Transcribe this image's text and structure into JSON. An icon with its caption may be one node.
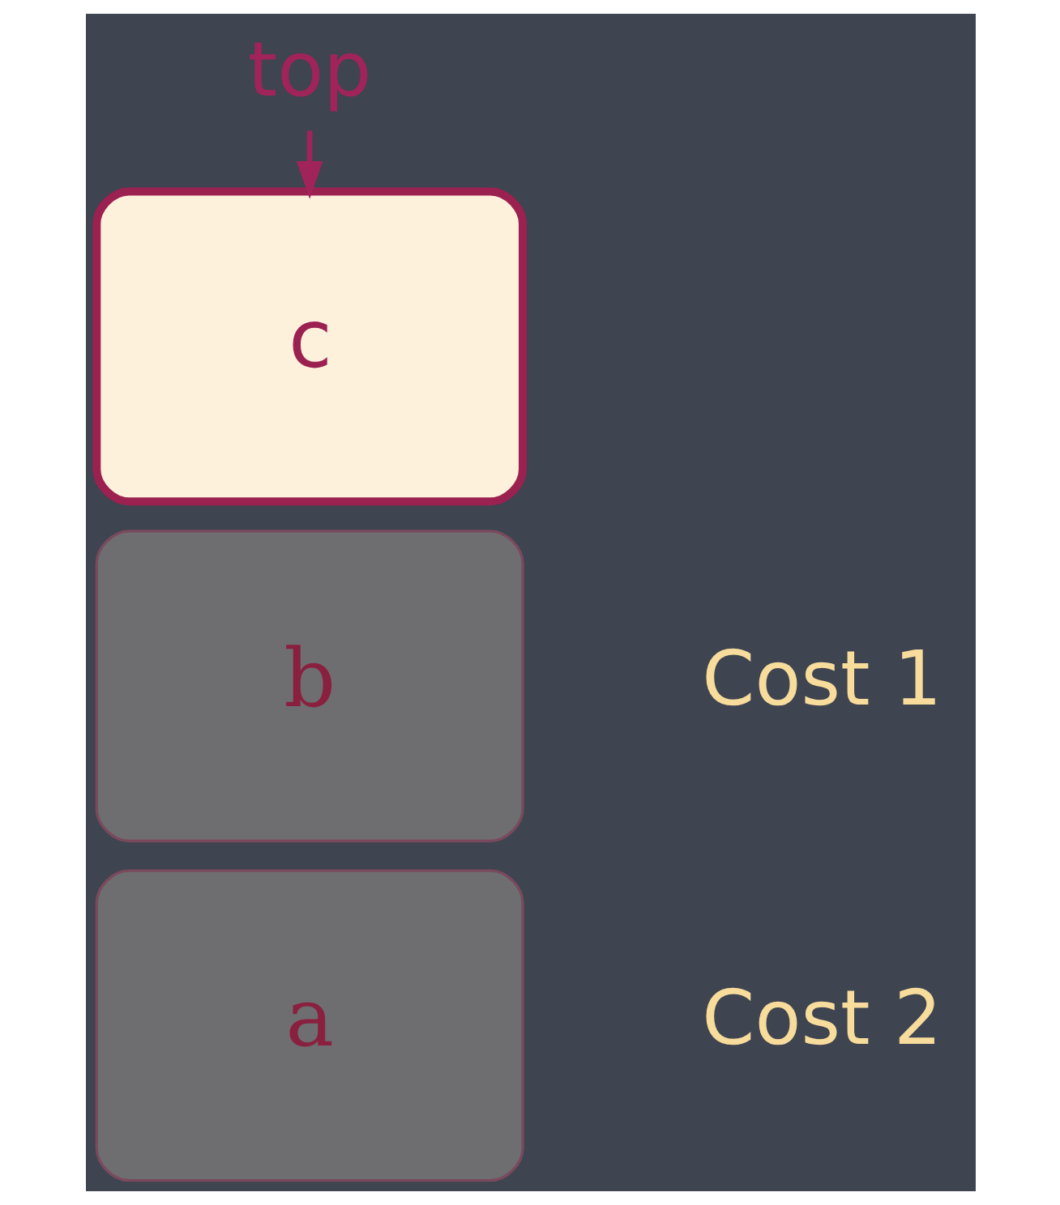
{
  "diagram": {
    "nodes": [
      {
        "text": [
          "top"
        ]
      },
      {
        "text": [
          "c"
        ]
      },
      {
        "text": [
          "b"
        ]
      },
      {
        "text": [
          "a"
        ]
      }
    ],
    "edges": [
      {
        "from": 0,
        "to": 1,
        "arrow": "to"
      }
    ],
    "labels": [
      "Cost 1",
      "Cost 2"
    ]
  }
}
